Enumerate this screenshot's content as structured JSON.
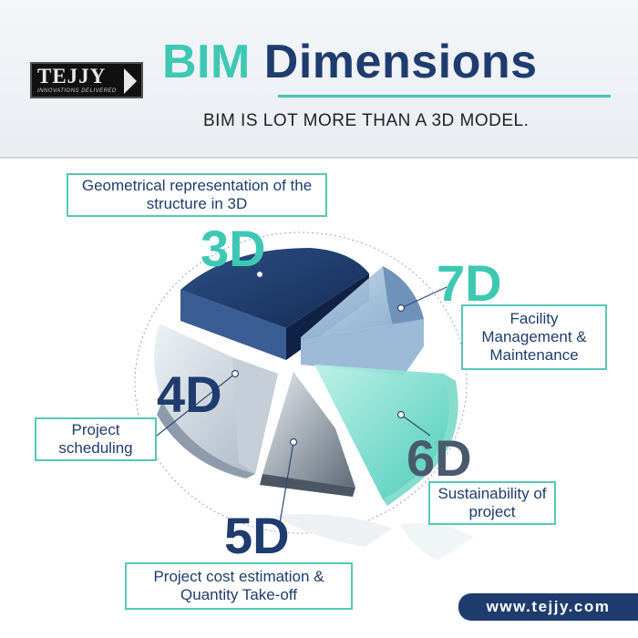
{
  "logo": {
    "text": "TEJJY",
    "tagline": "INNOVATIONS DELIVERED"
  },
  "header": {
    "title_part1": "BIM",
    "title_part2": "Dimensions",
    "subtitle": "BIM IS LOT MORE THAN A 3D MODEL."
  },
  "dimensions": [
    {
      "id": "3D",
      "label": "Geometrical representation of the structure in 3D",
      "color": "#3ec8b4"
    },
    {
      "id": "4D",
      "label": "Project scheduling",
      "color": "#1f3c6e"
    },
    {
      "id": "5D",
      "label": "Project cost estimation & Quantity Take-off",
      "color": "#1f3c6e"
    },
    {
      "id": "6D",
      "label": "Sustainability of project",
      "color": "#4a5a6d"
    },
    {
      "id": "7D",
      "label": "Facility Management & Maintenance",
      "color": "#3ec8b4"
    }
  ],
  "footer": {
    "url": "www.tejjy.com"
  }
}
